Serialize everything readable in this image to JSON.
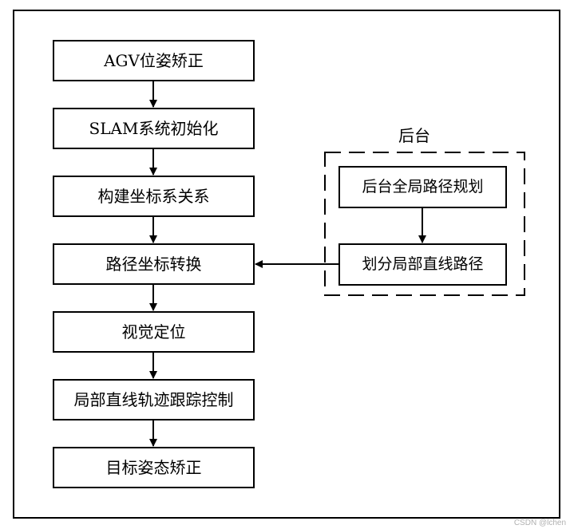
{
  "main_flow": [
    {
      "id": "agv-pose-correction",
      "label": "AGV位姿矫正"
    },
    {
      "id": "slam-init",
      "label": "SLAM系统初始化"
    },
    {
      "id": "build-coordinate-relation",
      "label": "构建坐标系关系"
    },
    {
      "id": "path-coordinate-transform",
      "label": "路径坐标转换"
    },
    {
      "id": "visual-positioning",
      "label": "视觉定位"
    },
    {
      "id": "local-line-tracking-control",
      "label": "局部直线轨迹跟踪控制"
    },
    {
      "id": "target-pose-correction",
      "label": "目标姿态矫正"
    }
  ],
  "backend": {
    "title": "后台",
    "steps": [
      {
        "id": "global-path-planning",
        "label": "后台全局路径规划"
      },
      {
        "id": "local-line-division",
        "label": "划分局部直线路径"
      }
    ]
  },
  "watermark": "CSDN @lchen"
}
